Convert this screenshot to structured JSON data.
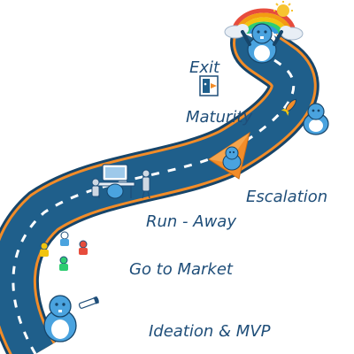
{
  "stages": [
    {
      "id": "exit",
      "label": "Exit"
    },
    {
      "id": "maturity",
      "label": "Maturity"
    },
    {
      "id": "escalation",
      "label": "Escalation"
    },
    {
      "id": "run-away",
      "label": "Run - Away"
    },
    {
      "id": "go-to-market",
      "label": "Go to Market"
    },
    {
      "id": "ideation-mvp",
      "label": "Ideation & MVP"
    }
  ],
  "colors": {
    "road": "#1f5f8b",
    "road_edge": "#f28c28",
    "road_outline": "#16456a",
    "lane_dash": "#ffffff",
    "label_text": "#1f4e79",
    "beaver_body": "#4aa3df",
    "beaver_belly": "#ffffff",
    "rainbow": [
      "#e74c3c",
      "#f39c12",
      "#f1c40f",
      "#2ecc71",
      "#3498db"
    ]
  },
  "icons": [
    "beaver-icon",
    "rainbow-icon",
    "sun-icon",
    "cloud-icon",
    "exit-door-icon",
    "rocket-icon",
    "paper-plane-icon",
    "desk-icon",
    "person-icon",
    "telescope-icon"
  ]
}
